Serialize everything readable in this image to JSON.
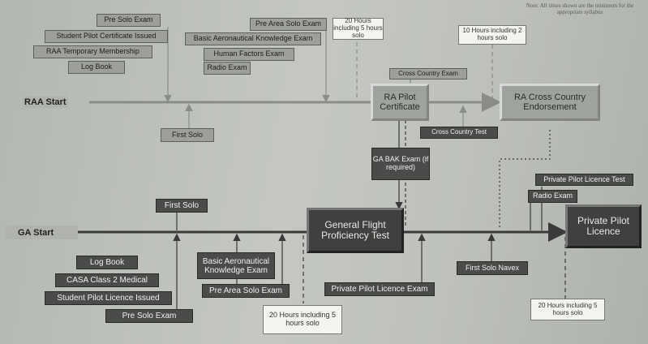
{
  "note": "Note: All times shown are the minimum for the appropriate syllabus",
  "raa": {
    "start": "RAA Start",
    "labels": {
      "pre_solo_exam": "Pre Solo Exam",
      "student_pilot_cert": "Student Pilot Certificate Issued",
      "raa_membership": "RAA Temporary Membership",
      "log_book": "Log Book",
      "pre_area_solo_exam": "Pre Area Solo Exam",
      "bak_exam": "Basic Aeronautical Knowledge Exam",
      "human_factors": "Human Factors Exam",
      "radio_exam": "Radio Exam",
      "first_solo": "First Solo",
      "cross_country_exam": "Cross Country Exam",
      "cross_country_test": "Cross Country Test"
    },
    "hours_20": "20 Hours including 5 hours solo",
    "hours_10": "10 Hours including 2 hours solo",
    "pilot_cert": "RA Pilot Certificate",
    "cc_endorsement": "RA Cross Country Endorsement"
  },
  "ga_bak": "GA BAK Exam (if required)",
  "ga": {
    "start": "GA Start",
    "labels": {
      "first_solo": "First Solo",
      "log_book": "Log Book",
      "casa_medical": "CASA Class 2 Medical",
      "student_pilot_licence": "Student Pilot Licence Issued",
      "pre_solo_exam": "Pre Solo Exam",
      "bak_exam": "Basic Aeronautical Knowledge Exam",
      "pre_area_solo_exam": "Pre Area Solo Exam",
      "ppl_exam": "Private Pilot Licence Exam",
      "first_solo_navex": "First Solo Navex",
      "ppl_test": "Private Pilot Licence Test",
      "radio_exam": "Radio Exam"
    },
    "hours_20": "20 Hours including 5 hours solo",
    "hours_20b": "20 Hours including 5 hours solo",
    "gfpt": "General Flight Proficiency Test",
    "ppl": "Private Pilot Licence"
  }
}
